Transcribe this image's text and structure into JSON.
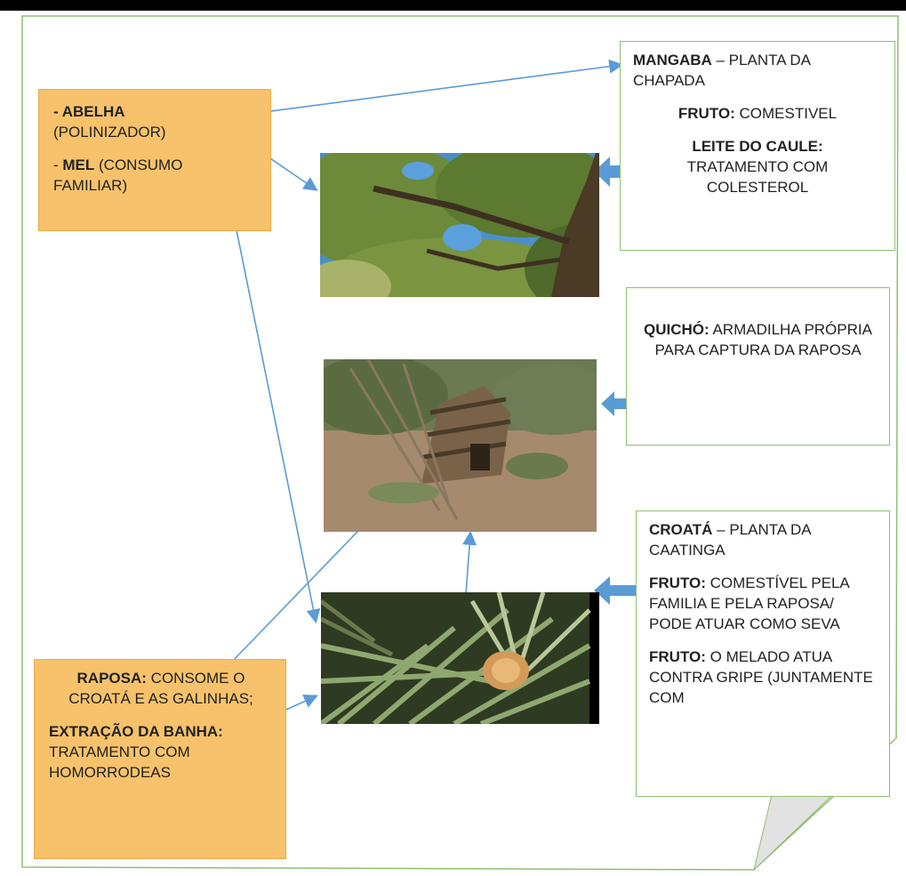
{
  "boxes": {
    "abelha": {
      "line1_bold": "- ABELHA",
      "line2": "(POLINIZADOR)",
      "line3_prefix": "- ",
      "line3_bold": "MEL",
      "line3_rest": " (CONSUMO FAMILIAR)"
    },
    "mangaba": {
      "title_bold": "MANGABA",
      "title_rest": " – PLANTA DA CHAPADA",
      "fruto_bold": "FRUTO:",
      "fruto_rest": " COMESTIVEL",
      "leite_bold": "LEITE DO CAULE:",
      "leite_rest": "TRATAMENTO COM COLESTEROL"
    },
    "quicho": {
      "title_bold": "QUICHÓ:",
      "title_rest": " ARMADILHA PRÓPRIA PARA CAPTURA DA RAPOSA"
    },
    "croata": {
      "title_bold": "CROATÁ",
      "title_rest": " – PLANTA DA CAATINGA",
      "fruto1_bold": "FRUTO:",
      "fruto1_rest": " COMESTÍVEL PELA FAMILIA E PELA RAPOSA/ PODE ATUAR COMO SEVA",
      "fruto2_bold": "FRUTO:",
      "fruto2_rest": " O MELADO ATUA CONTRA GRIPE (JUNTAMENTE COM"
    },
    "raposa": {
      "title_bold": "RAPOSA:",
      "title_rest": " CONSOME O CROATÁ E AS GALINHAS;",
      "banha_bold": "EXTRAÇÃO DA BANHA:",
      "banha_rest": "TRATAMENTO COM HOMORRODEAS"
    }
  },
  "colors": {
    "orange_fill": "#f7c26b",
    "green_border": "#8fbf72",
    "arrow_blue": "#5b9bd5"
  },
  "photos": {
    "tree": "mangaba-tree-photo",
    "trap": "quicho-trap-photo",
    "plant": "croata-plant-photo"
  }
}
